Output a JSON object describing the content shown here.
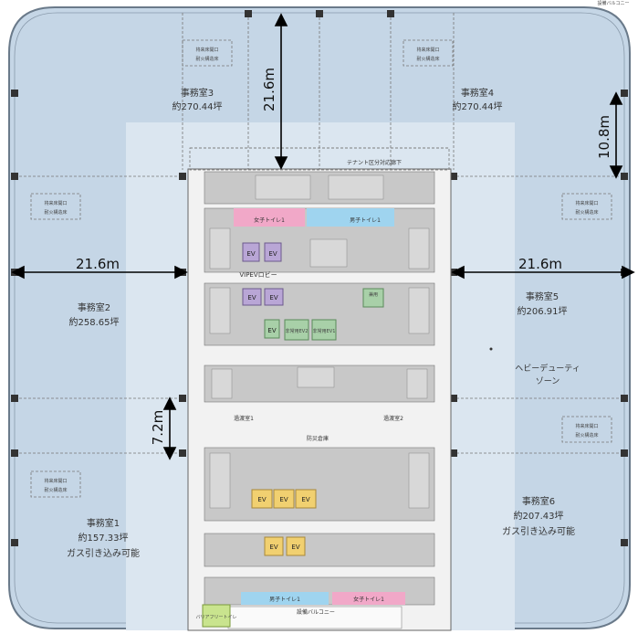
{
  "header": {
    "corner_text": "設備バルコニー"
  },
  "offices": {
    "office1": {
      "name": "事務室1",
      "area": "約157.33坪",
      "note": "ガス引き込み可能"
    },
    "office2": {
      "name": "事務室2",
      "area": "約258.65坪"
    },
    "office3": {
      "name": "事務室3",
      "area": "約270.44坪"
    },
    "office4": {
      "name": "事務室4",
      "area": "約270.44坪"
    },
    "office5": {
      "name": "事務室5",
      "area": "約206.91坪"
    },
    "office6": {
      "name": "事務室6",
      "area": "約207.43坪",
      "note": "ガス引き込み可能"
    }
  },
  "dimensions": {
    "top_center": "21.6m",
    "top_right": "10.8m",
    "left": "21.6m",
    "right": "21.6m",
    "left_core": "7.2m"
  },
  "fireproof_floor": {
    "line1": "将来床開口",
    "line2": "耐火構造床"
  },
  "zones": {
    "heavy_duty": {
      "line1": "ヘビーデューティ",
      "line2": "ゾーン"
    }
  },
  "core": {
    "tenant_corridor": "テナント区分対応廊下",
    "womens_toilet": "女子トイレ1",
    "mens_toilet": "男子トイレ1",
    "vip_lobby": "VIPEVロビー",
    "emergency_ev1": "非常用EV1",
    "emergency_ev2": "非常用EV2",
    "shared_ev": "兼用",
    "lobby_left": "過渡室1",
    "lobby_right": "過渡室2",
    "disaster_storage": "防災倉庫",
    "ev_label": "EV",
    "bottom_mens_toilet": "男子トイレ1",
    "bottom_womens_toilet": "女子トイレ1",
    "equipment_balcony": "設備バルコニー",
    "accessible_toilet": "バリアフリートイレ"
  }
}
